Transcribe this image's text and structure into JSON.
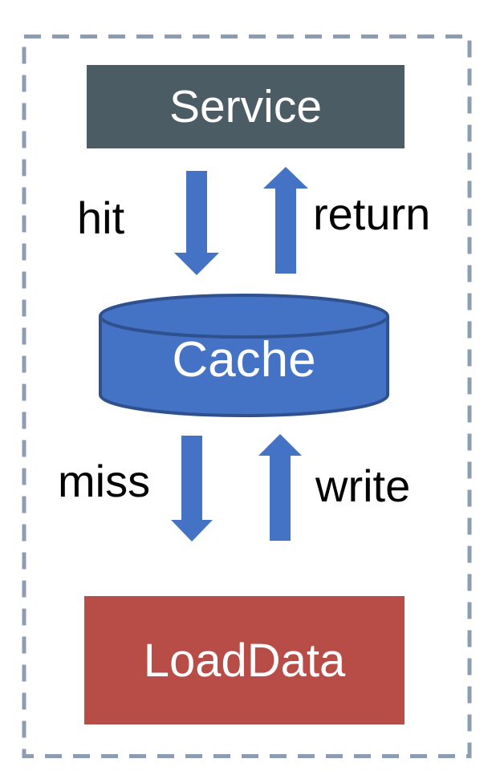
{
  "diagram": {
    "type": "cache-flow-diagram",
    "background": "#FFFFFF"
  },
  "nodes": {
    "service": {
      "label": "Service",
      "shape": "rectangle",
      "fill": "#4C5C64",
      "text_color": "#FFFFFF"
    },
    "cache": {
      "label": "Cache",
      "shape": "cylinder",
      "fill": "#4472C4",
      "stroke": "#2F528F",
      "text_color": "#FFFFFF"
    },
    "load_data": {
      "label": "LoadData",
      "shape": "rectangle",
      "fill": "#B84C47",
      "text_color": "#FFFFFF"
    }
  },
  "edges": {
    "hit": {
      "label": "hit",
      "direction": "service-to-cache",
      "arrow": "down"
    },
    "return": {
      "label": "return",
      "direction": "cache-to-service",
      "arrow": "up"
    },
    "miss": {
      "label": "miss",
      "direction": "cache-to-loaddata",
      "arrow": "down"
    },
    "write": {
      "label": "write",
      "direction": "loaddata-to-cache",
      "arrow": "up"
    }
  },
  "colors": {
    "arrow": "#4472C4",
    "boundary": "#8C9CB3",
    "label_text": "#000000"
  }
}
